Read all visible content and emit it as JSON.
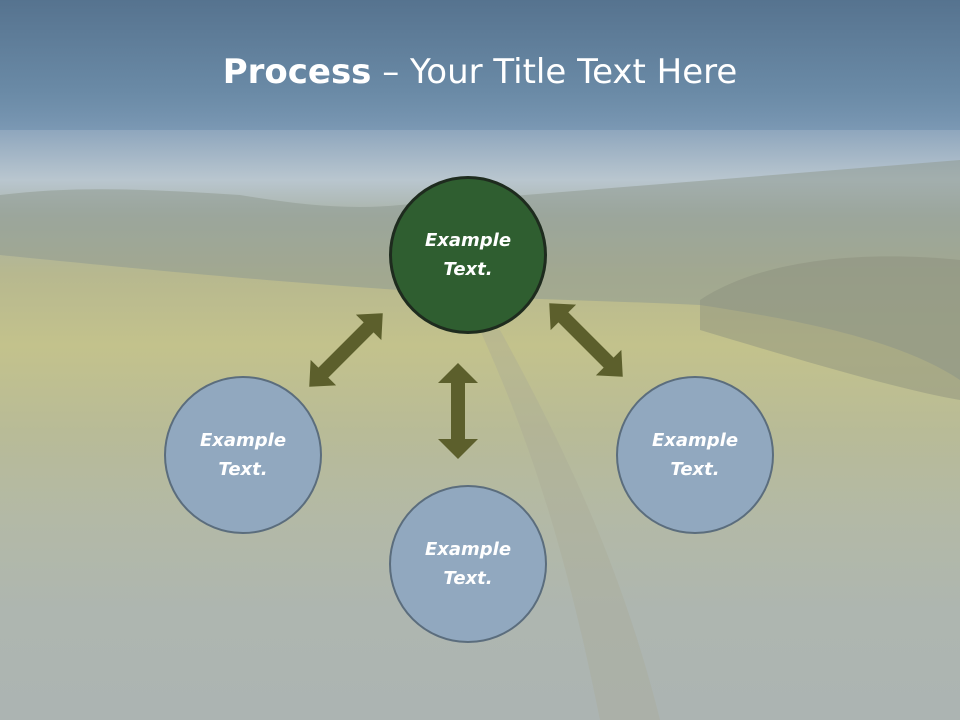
{
  "title": {
    "bold": "Process",
    "rest": " – Your Title Text Here"
  },
  "nodes": {
    "center": "Example Text.",
    "left": "Example Text.",
    "bottom": "Example Text.",
    "right": "Example Text."
  },
  "colors": {
    "title_bar": "#5f7f9c",
    "center_fill": "#2f5e30",
    "node_fill": "#91a8bf",
    "arrow": "#5c5f2c"
  },
  "icons": [
    "double-arrow-icon"
  ]
}
